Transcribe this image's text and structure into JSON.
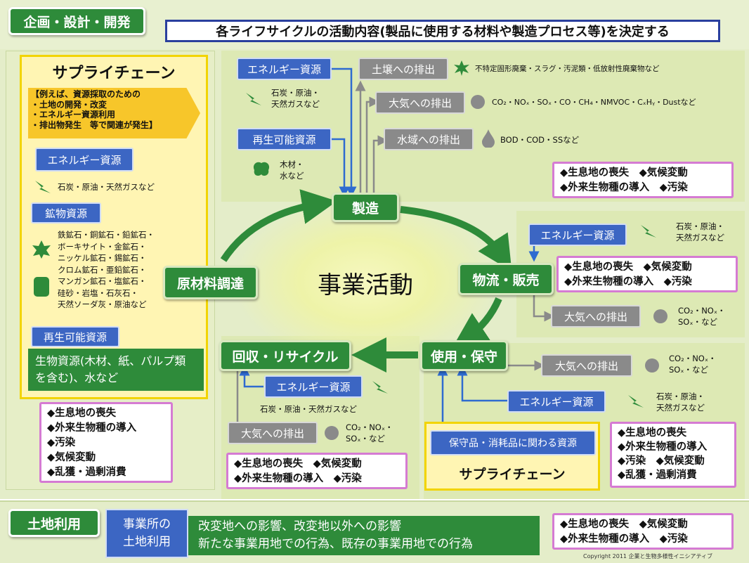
{
  "top": {
    "tag": "企画・設計・開発",
    "banner": "各ライフサイクルの活動内容(製品に使用する材料や製造プロセス等)を決定する"
  },
  "center": {
    "label": "事業活動"
  },
  "stages": {
    "procurement": "原材料調達",
    "manufacturing": "製造",
    "logistics": "物流・販売",
    "use": "使用・保守",
    "recycle": "回収・リサイクル"
  },
  "supply_left": {
    "title": "サプライチェーン",
    "example": [
      "【例えば、資源採取のための",
      "・土地の開発・改変",
      "・エネルギー資源利用",
      "・排出物発生　等で関連が発生】"
    ],
    "energy_label": "エネルギー資源",
    "energy_text": "石炭・原油・天然ガスなど",
    "mineral_label": "鉱物資源",
    "mineral_text": [
      "鉄鉱石・銅鉱石・鉛鉱石・",
      "ボーキサイト・金鉱石・",
      "ニッケル鉱石・錫鉱石・",
      "クロム鉱石・亜鉛鉱石・",
      "マンガン鉱石・塩鉱石・",
      "硅砂・岩塩・石灰石・",
      "天然ソーダ灰・原油など"
    ],
    "renew_label": "再生可能資源",
    "bio_text": "生物資源(木材、紙、パルプ類を含む)、水など",
    "impacts": [
      "◆生息地の喪失",
      "◆外来生物種の導入",
      "◆汚染",
      "◆気候変動",
      "◆乱獲・過剰消費"
    ]
  },
  "manufacturing": {
    "energy_label": "エネルギー資源",
    "energy_text": "石炭・原油・\n天然ガスなど",
    "renew_label": "再生可能資源",
    "renew_text": "木材・\n水など",
    "soil_label": "土壌への排出",
    "soil_text": "不特定固形廃棄・スラグ・汚泥類・低放射性廃棄物など",
    "air_label": "大気への排出",
    "air_text": "CO₂・NOₓ・SOₓ・CO・CH₄・NMVOC・CₓHᵧ・Dustなど",
    "water_label": "水域への排出",
    "water_text": "BOD・COD・SSなど",
    "impacts": [
      "◆生息地の喪失　◆気候変動",
      "◆外来生物種の導入　◆汚染"
    ]
  },
  "logistics": {
    "energy_label": "エネルギー資源",
    "energy_text": "石炭・原油・\n天然ガスなど",
    "impacts": [
      "◆生息地の喪失　◆気候変動",
      "◆外来生物種の導入　◆汚染"
    ],
    "air_label": "大気への排出",
    "air_text": "CO₂・NOₓ・\nSOₓ・など"
  },
  "use": {
    "air_label": "大気への排出",
    "air_text": "CO₂・NOₓ・\nSOₓ・など",
    "energy_label": "エネルギー資源",
    "energy_text": "石炭・原油・\n天然ガスなど",
    "resource_label": "保守品・消耗品に関わる資源",
    "supply_title": "サプライチェーン",
    "impacts": [
      "◆生息地の喪失",
      "◆外来生物種の導入",
      "◆汚染　◆気候変動",
      "◆乱獲・過剰消費"
    ]
  },
  "recycle": {
    "energy_label": "エネルギー資源",
    "energy_text": "石炭・原油・天然ガスなど",
    "air_label": "大気への排出",
    "air_text": "CO₂・NOₓ・\nSOₓ・など",
    "impacts": [
      "◆生息地の喪失　◆気候変動",
      "◆外来生物種の導入　◆汚染"
    ]
  },
  "land": {
    "tag": "土地利用",
    "site": "事業所の\n土地利用",
    "text": [
      "改変地への影響、改変地以外への影響",
      "新たな事業用地での行為、既存の事業用地での行為"
    ],
    "impacts": [
      "◆生息地の喪失　◆気候変動",
      "◆外来生物種の導入　◆汚染"
    ],
    "copyright": "Copyright 2011 企業と生物多様性イニシアティブ"
  },
  "colors": {
    "green": "#2e8b3a",
    "blue": "#3c66c3",
    "gray": "#8a8a8a",
    "lime": "#dde9b4",
    "pink": "#d57bd3",
    "yellow": "#f2e15a"
  }
}
